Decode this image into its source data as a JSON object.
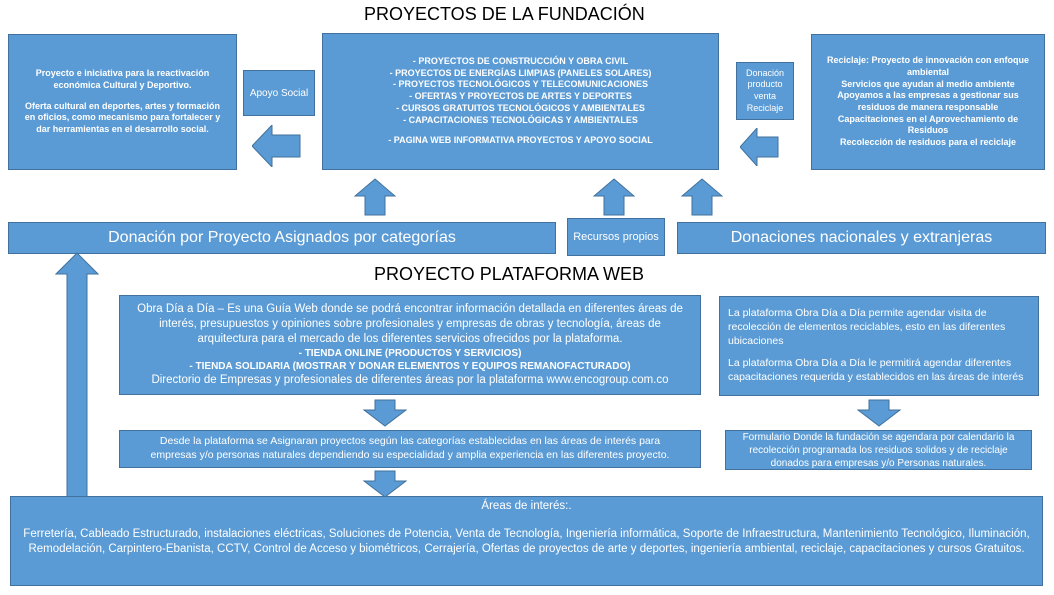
{
  "titles": {
    "fundacion": "PROYECTOS DE LA FUNDACIÓN",
    "plataforma": "PROYECTO PLATAFORMA WEB"
  },
  "left_box": {
    "p1": "Proyecto e iniciativa para la reactivación económica Cultural y Deportivo.",
    "p2": "Oferta cultural en deportes, artes y formación en oficios, como mecanismo para fortalecer y dar herramientas en el desarrollo social."
  },
  "apoyo_social": "Apoyo Social",
  "center_box": {
    "items": [
      "-   PROYECTOS DE CONSTRUCCIÓN Y OBRA CIVIL",
      "-   PROYECTOS DE ENERGÍAS LIMPIAS (PANELES SOLARES)",
      "-   PROYECTOS TECNOLÓGICOS Y TELECOMUNICACIONES",
      "-   OFERTAS Y PROYECTOS  DE ARTES Y DEPORTES",
      "-   CURSOS GRATUITOS TECNOLÓGICOS Y AMBIENTALES",
      "-   CAPACITACIONES TECNOLÓGICAS Y AMBIENTALES"
    ],
    "last": "-   PAGINA WEB INFORMATIVA PROYECTOS Y APOYO SOCIAL"
  },
  "donacion_reciclaje": "Donación producto venta Reciclaje",
  "right_box": {
    "lines": [
      "Reciclaje: Proyecto de innovación con enfoque ambiental",
      "Servicios que ayudan al medio ambiente",
      "Apoyamos a las empresas a gestionar sus residuos de manera responsable",
      "Capacitaciones en el Aprovechamiento de Residuos",
      "Recolección de residuos para el reciclaje"
    ]
  },
  "band": {
    "left": "Donación por Proyecto Asignados por categorías",
    "middle": "Recursos propios",
    "right": "Donaciones nacionales y extranjeras"
  },
  "platform_box": {
    "lines": [
      "Obra Día a Día – Es una Guía Web donde se podrá encontrar información detallada en diferentes áreas de interés, presupuestos y opiniones sobre profesionales y empresas de obras y tecnología, áreas de arquitectura para el  mercado de los diferentes servicios ofrecidos por la plataforma.",
      "-   TIENDA ONLINE (PRODUCTOS Y SERVICIOS)",
      "-   TIENDA SOLIDARIA (MOSTRAR Y DONAR ELEMENTOS Y EQUIPOS  REMANOFACTURADO)",
      "Directorio de Empresas y profesionales de diferentes áreas por la plataforma www.encogroup.com.co"
    ]
  },
  "right_platform_box": {
    "p1": "La plataforma Obra Día a Día permite agendar visita de recolección de elementos reciclables, esto en las diferentes ubicaciones",
    "p2": "La plataforma Obra Día a Día le permitirá agendar diferentes capacitaciones requerida y establecidos en las áreas de interés"
  },
  "assign_box": "Desde la plataforma se Asignaran proyectos  según las  categorías establecidas en las áreas de interés  para empresas y/o personas naturales dependiendo su especialidad y amplia experiencia en las diferentes  proyecto.",
  "form_box": "Formulario Donde la fundación se agendara por calendario la recolección programada los residuos solidos y de reciclaje  donados para empresas y/o Personas naturales.",
  "areas_box": {
    "heading": "Áreas de interés:.",
    "text": "Ferretería, Cableado Estructurado, instalaciones eléctricas, Soluciones de Potencia, Venta de Tecnología, Ingeniería informática, Soporte de Infraestructura, Mantenimiento Tecnológico, Iluminación, Remodelación, Carpintero-Ebanista, CCTV, Control de Acceso y biométricos, Cerrajería, Ofertas de proyectos de arte y deportes, ingeniería ambiental, reciclaje, capacitaciones y cursos Gratuitos."
  },
  "colors": {
    "box_fill": "#5b9bd5",
    "box_border": "#41719c",
    "text": "#ffffff"
  }
}
